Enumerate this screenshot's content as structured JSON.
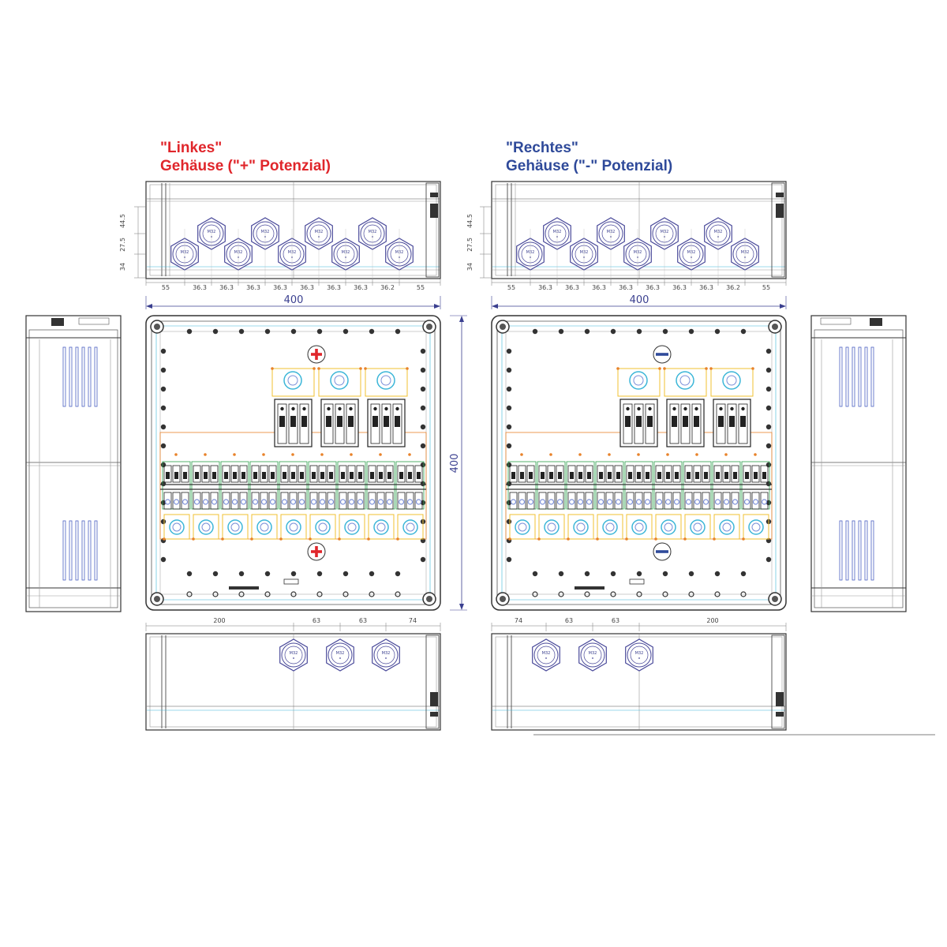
{
  "colors": {
    "left_title": "#e0262b",
    "right_title": "#2f4a9a",
    "outline": "#333333",
    "gland": "#4a4a9a",
    "dimension": "#3a3f8f",
    "orange": "#e8822a",
    "yellow": "#f0c030",
    "cyan": "#3cb6d8",
    "terminal_blue": "#7b8fd8"
  },
  "left": {
    "title_line1": "\"Linkes\"",
    "title_line2": "Gehäuse (\"+\" Potenzial)",
    "potential_symbol": "plus",
    "top_dims": [
      "55",
      "36.3",
      "36.3",
      "36.3",
      "36.3",
      "36.3",
      "36.3",
      "36.3",
      "36.2",
      "55"
    ],
    "side_dims": [
      "44.5",
      "27.5",
      "34"
    ],
    "width_dim": "400",
    "height_dim": "400",
    "bottom_dims": [
      "200",
      "63",
      "63",
      "74"
    ],
    "gland_label": "M32"
  },
  "right": {
    "title_line1": "\"Rechtes\"",
    "title_line2": "Gehäuse (\"-\" Potenzial)",
    "potential_symbol": "minus",
    "top_dims": [
      "55",
      "36.3",
      "36.3",
      "36.3",
      "36.3",
      "36.3",
      "36.3",
      "36.3",
      "36.2",
      "55"
    ],
    "side_dims": [
      "44.5",
      "27.5",
      "34"
    ],
    "width_dim": "400",
    "bottom_dims": [
      "74",
      "63",
      "63",
      "200"
    ],
    "gland_label": "M32"
  }
}
